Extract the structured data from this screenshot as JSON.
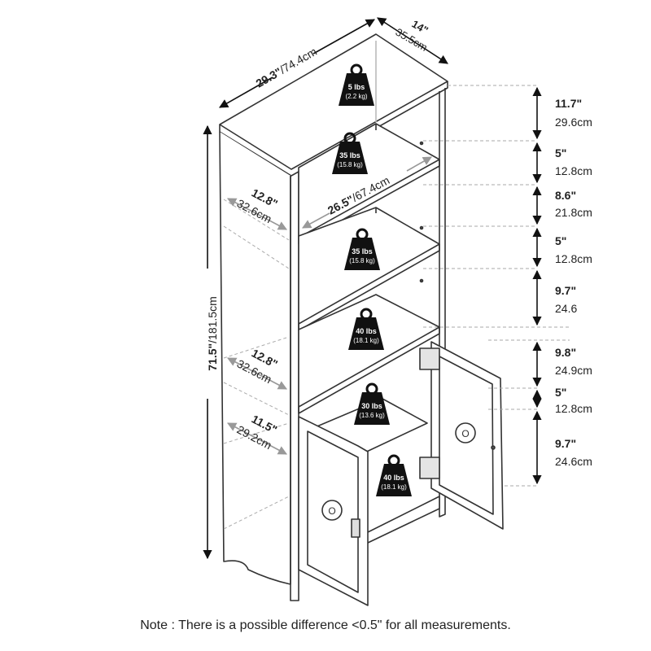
{
  "overall": {
    "height_in": "71.5\"",
    "height_cm": "/181.5cm",
    "width_in": "29.3\"",
    "width_cm": "/74.4cm",
    "depth_in": "14\"",
    "depth_cm": "35.5cm",
    "inner_width_in": "26.5\"",
    "inner_width_cm": "/67.4cm"
  },
  "side_depths": [
    {
      "in": "12.8\"",
      "cm": "32.6cm"
    },
    {
      "in": "12.8\"",
      "cm": "32.6cm"
    },
    {
      "in": "11.5\"",
      "cm": "29.2cm"
    }
  ],
  "shelf_heights": [
    {
      "in": "11.7\"",
      "cm": "29.6cm"
    },
    {
      "in": "5\"",
      "cm": "12.8cm"
    },
    {
      "in": "8.6\"",
      "cm": "21.8cm"
    },
    {
      "in": "5\"",
      "cm": "12.8cm"
    },
    {
      "in": "9.7\"",
      "cm": "24.6"
    },
    {
      "in": "9.8\"",
      "cm": "24.9cm"
    },
    {
      "in": "5\"",
      "cm": "12.8cm"
    },
    {
      "in": "9.7\"",
      "cm": "24.6cm"
    }
  ],
  "weights": [
    {
      "lbs": "5 lbs",
      "kg": "(2.2 kg)"
    },
    {
      "lbs": "35 lbs",
      "kg": "(15.8 kg)"
    },
    {
      "lbs": "35 lbs",
      "kg": "(15.8 kg)"
    },
    {
      "lbs": "40 lbs",
      "kg": "(18.1 kg)"
    },
    {
      "lbs": "30 lbs",
      "kg": "(13.6 kg)"
    },
    {
      "lbs": "40 lbs",
      "kg": "(18.1 kg)"
    }
  ],
  "knob_label": "O",
  "note": "Note : There is a possible difference <0.5\" for all measurements.",
  "colors": {
    "line": "#333333",
    "dim": "#222222",
    "gray": "#aaaaaa",
    "weight": "#111111"
  }
}
